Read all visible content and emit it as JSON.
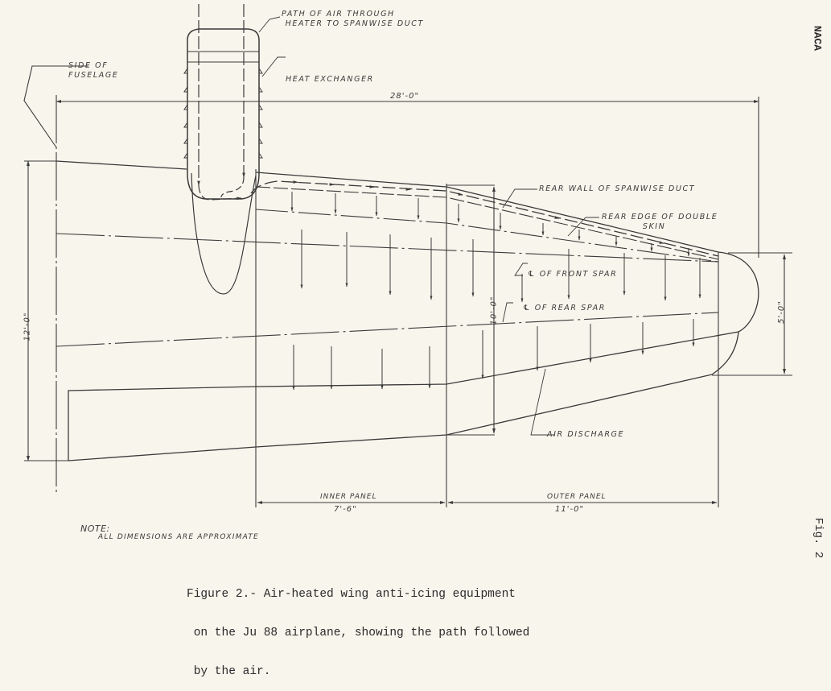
{
  "drawing": {
    "labels": {
      "side_of_fuselage": "SIDE OF\nFUSELAGE",
      "path_of_air": "PATH OF AIR THROUGH\n HEATER TO SPANWISE DUCT",
      "heat_exchanger": "HEAT EXCHANGER",
      "rear_wall_duct": "REAR WALL OF SPANWISE DUCT",
      "rear_edge_double_skin": "REAR EDGE OF DOUBLE\n           SKIN",
      "front_spar": "℄ OF FRONT SPAR",
      "rear_spar": "℄ OF REAR SPAR",
      "air_discharge": "AIR DISCHARGE"
    },
    "dimensions": {
      "overall_span": "28'-0\"",
      "root_chord": "12'-0\"",
      "mid_chord": "10'-0\"",
      "tip_chord": "5'-0\"",
      "inner_panel_label": "INNER PANEL",
      "inner_panel_value": "7'-6\"",
      "outer_panel_label": "OUTER PANEL",
      "outer_panel_value": "11'-0\""
    },
    "note_title": "NOTE:",
    "note_text": "ALL DIMENSIONS ARE APPROXIMATE"
  },
  "caption": {
    "line1": "Figure 2.- Air-heated wing anti-icing equipment",
    "line2": " on the Ju 88 airplane, showing the path followed",
    "line3": " by the air."
  },
  "margin": {
    "naca": "NACA",
    "fig": "Fig. 2"
  },
  "colors": {
    "paper": "#f8f5ec",
    "ink": "#3a3a3a"
  }
}
